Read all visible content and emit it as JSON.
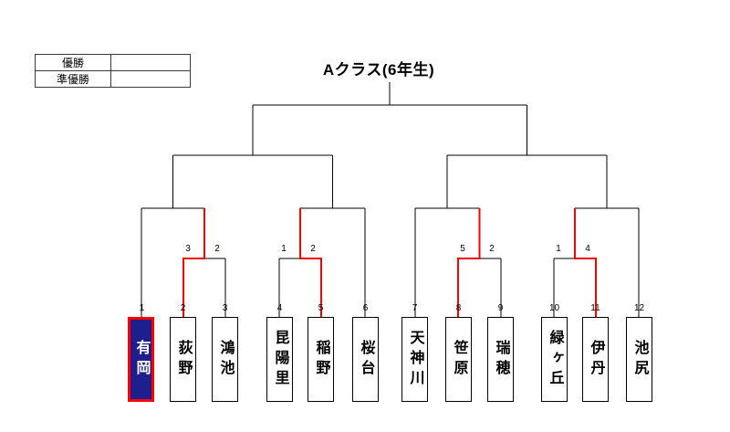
{
  "title": "Aクラス(6年生)",
  "result_table": {
    "rows": [
      {
        "label": "優勝",
        "value": ""
      },
      {
        "label": "準優勝",
        "value": ""
      }
    ]
  },
  "teams": [
    {
      "seed": "1",
      "name": "有岡",
      "highlight": true
    },
    {
      "seed": "2",
      "name": "荻野",
      "highlight": false
    },
    {
      "seed": "3",
      "name": "鴻池",
      "highlight": false
    },
    {
      "seed": "4",
      "name": "昆陽里",
      "highlight": false
    },
    {
      "seed": "5",
      "name": "稲野",
      "highlight": false
    },
    {
      "seed": "6",
      "name": "桜台",
      "highlight": false
    },
    {
      "seed": "7",
      "name": "天神川",
      "highlight": false
    },
    {
      "seed": "8",
      "name": "笹原",
      "highlight": false
    },
    {
      "seed": "9",
      "name": "瑞穂",
      "highlight": false
    },
    {
      "seed": "10",
      "name": "緑ヶ丘",
      "highlight": false
    },
    {
      "seed": "11",
      "name": "伊丹",
      "highlight": false
    },
    {
      "seed": "12",
      "name": "池尻",
      "highlight": false
    }
  ],
  "matches": [
    {
      "round": 1,
      "left_team": "荻野",
      "right_team": "鴻池",
      "left_score": "3",
      "right_score": "2",
      "winner": "荻野"
    },
    {
      "round": 1,
      "left_team": "昆陽里",
      "right_team": "稲野",
      "left_score": "1",
      "right_score": "2",
      "winner": "稲野"
    },
    {
      "round": 1,
      "left_team": "笹原",
      "right_team": "瑞穂",
      "left_score": "5",
      "right_score": "2",
      "winner": "笹原"
    },
    {
      "round": 1,
      "left_team": "緑ヶ丘",
      "right_team": "伊丹",
      "left_score": "1",
      "right_score": "4",
      "winner": "伊丹"
    }
  ],
  "colors": {
    "bracket_line": "#000000",
    "winner_line": "#ff0000",
    "highlight_bg": "#1e1e8e",
    "highlight_text": "#ffffff",
    "highlight_border": "#ff0000"
  }
}
